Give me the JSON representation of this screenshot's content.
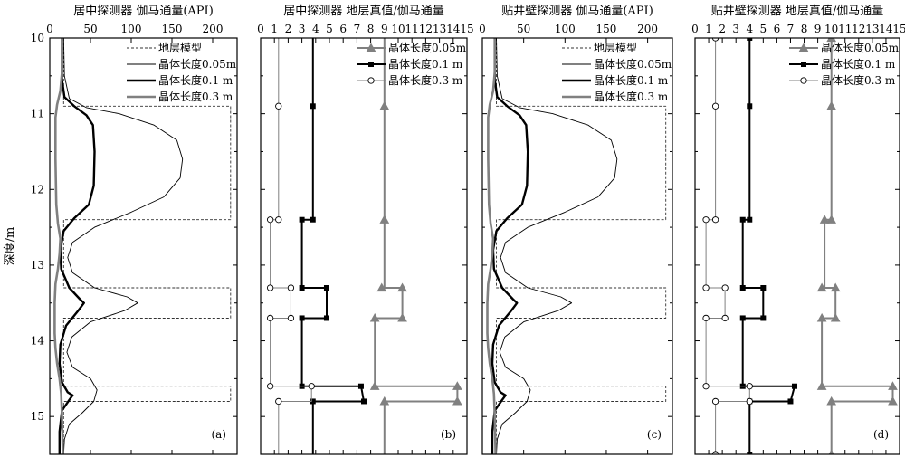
{
  "colors": {
    "black": "#000000",
    "gray": "#808080",
    "dark": "#333333"
  },
  "shared": {
    "ylabel": "深度/m",
    "yticks": [
      10,
      11,
      12,
      13,
      14,
      15
    ],
    "ylim": [
      10,
      15.5
    ]
  },
  "chart_data": [
    {
      "type": "line",
      "panel": "a",
      "label": "(a)",
      "title": "居中探测器  伽马通量(API)",
      "xlim": [
        0,
        230
      ],
      "xticks": [
        0,
        50,
        100,
        150,
        200
      ],
      "xlabels": [
        "0",
        "50",
        "100",
        "150",
        "200"
      ],
      "ylim": [
        10,
        15.5
      ],
      "legend_position": "top-right",
      "series": [
        {
          "name": "地层模型",
          "style": "model",
          "x": [
            17,
            17,
            222,
            222,
            17,
            17,
            222,
            222,
            17,
            17,
            222,
            222,
            17,
            17
          ],
          "y": [
            10,
            10.9,
            10.9,
            12.4,
            12.4,
            13.3,
            13.3,
            13.7,
            13.7,
            14.6,
            14.6,
            14.8,
            14.8,
            15.5
          ]
        },
        {
          "name": "晶体长度0.05m",
          "style": "thin",
          "x": [
            17,
            18,
            24,
            45,
            85,
            128,
            156,
            163,
            160,
            140,
            100,
            55,
            28,
            22,
            28,
            55,
            95,
            108,
            92,
            50,
            27,
            21,
            28,
            50,
            58,
            54,
            40,
            24,
            18,
            17
          ],
          "y": [
            10,
            10.5,
            10.8,
            10.92,
            11.0,
            11.15,
            11.35,
            11.6,
            11.85,
            12.1,
            12.3,
            12.5,
            12.7,
            12.9,
            13.1,
            13.3,
            13.42,
            13.5,
            13.6,
            13.75,
            13.95,
            14.15,
            14.35,
            14.5,
            14.65,
            14.8,
            14.95,
            15.1,
            15.3,
            15.5
          ]
        },
        {
          "name": "晶体长度0.1 m",
          "style": "thick",
          "x": [
            15,
            15,
            18,
            30,
            45,
            53,
            55,
            54,
            48,
            30,
            17,
            13,
            14,
            24,
            37,
            42,
            35,
            20,
            13,
            12,
            15,
            22,
            28,
            24,
            15,
            12,
            12
          ],
          "y": [
            10,
            10.55,
            10.78,
            10.9,
            11.02,
            11.15,
            11.5,
            11.95,
            12.2,
            12.38,
            12.55,
            12.8,
            13.05,
            13.3,
            13.45,
            13.5,
            13.6,
            13.8,
            14.05,
            14.3,
            14.55,
            14.68,
            14.72,
            14.78,
            14.92,
            15.2,
            15.5
          ]
        },
        {
          "name": "晶体长度0.3 m",
          "style": "gray",
          "x": [
            15,
            15,
            13,
            9,
            7,
            7,
            8,
            10,
            13,
            12,
            10,
            7,
            6,
            6,
            7,
            9,
            12,
            14,
            15,
            16
          ],
          "y": [
            10,
            10.45,
            10.7,
            10.88,
            11.05,
            11.6,
            12.2,
            12.45,
            12.65,
            12.85,
            13.05,
            13.25,
            13.5,
            13.9,
            14.1,
            14.3,
            14.5,
            14.7,
            15.0,
            15.5
          ]
        }
      ]
    },
    {
      "type": "line",
      "panel": "b",
      "label": "(b)",
      "title": "居中探测器  地层真值/伽马通量",
      "xlim": [
        0,
        15
      ],
      "xticks": [
        0,
        1,
        2,
        3,
        4,
        5,
        6,
        7,
        8,
        9,
        10,
        11,
        12,
        13,
        14,
        15
      ],
      "xlabels": [
        "0",
        "1",
        "2",
        "3",
        "4",
        "5",
        "6",
        "7",
        "8",
        "9",
        "10",
        "11",
        "12",
        "13",
        "14",
        "15"
      ],
      "ylim": [
        10,
        15.5
      ],
      "legend_position": "top-right",
      "series": [
        {
          "name": "晶体长度0.05m",
          "style": "triangle",
          "x": [
            9,
            9,
            9,
            9,
            9,
            9,
            9,
            8.8,
            8.8,
            10.3,
            10.3,
            8.3,
            8.3,
            14.3,
            14.3,
            9,
            9
          ],
          "y": [
            10,
            10.9,
            10.9,
            12.4,
            12.4,
            13.3,
            13.3,
            13.3,
            13.3,
            13.3,
            13.7,
            13.7,
            14.6,
            14.6,
            14.8,
            14.8,
            15.5
          ],
          "markers": [
            [
              9,
              10.9
            ],
            [
              9,
              12.4
            ],
            [
              8.8,
              13.3
            ],
            [
              10.3,
              13.3
            ],
            [
              10.3,
              13.7
            ],
            [
              8.3,
              13.7
            ],
            [
              8.3,
              14.6
            ],
            [
              14.3,
              14.6
            ],
            [
              14.3,
              14.8
            ],
            [
              9,
              14.8
            ]
          ]
        },
        {
          "name": "晶体长度0.1 m",
          "style": "square",
          "x": [
            3.8,
            3.8,
            3.8,
            3.8,
            3,
            3,
            4.8,
            4.8,
            3,
            3,
            7.3,
            7.5,
            3.8,
            3.8
          ],
          "y": [
            10,
            10.9,
            10.9,
            12.4,
            12.4,
            13.3,
            13.3,
            13.7,
            13.7,
            14.6,
            14.6,
            14.8,
            14.8,
            15.5
          ],
          "markers": [
            [
              3.8,
              10.9
            ],
            [
              3.8,
              12.4
            ],
            [
              3,
              12.4
            ],
            [
              3,
              13.3
            ],
            [
              4.8,
              13.3
            ],
            [
              4.8,
              13.7
            ],
            [
              3,
              13.7
            ],
            [
              3,
              14.6
            ],
            [
              7.3,
              14.6
            ],
            [
              7.5,
              14.8
            ],
            [
              3.8,
              14.8
            ]
          ]
        },
        {
          "name": "晶体长度0.3 m",
          "style": "circle",
          "x": [
            1.3,
            1.3,
            1.3,
            0.7,
            0.7,
            2.2,
            2.2,
            0.7,
            0.7,
            3.7,
            3.7,
            1.3,
            1.3
          ],
          "y": [
            10,
            10.9,
            12.4,
            12.4,
            13.3,
            13.3,
            13.7,
            13.7,
            14.6,
            14.6,
            14.8,
            14.8,
            15.5
          ],
          "markers": [
            [
              1.3,
              10.9
            ],
            [
              1.3,
              12.4
            ],
            [
              0.7,
              12.4
            ],
            [
              0.7,
              13.3
            ],
            [
              2.2,
              13.3
            ],
            [
              2.2,
              13.7
            ],
            [
              0.7,
              13.7
            ],
            [
              0.7,
              14.6
            ],
            [
              3.7,
              14.6
            ],
            [
              1.3,
              14.8
            ]
          ]
        }
      ]
    },
    {
      "type": "line",
      "panel": "c",
      "label": "(c)",
      "title": "贴井壁探测器  伽马通量(API)",
      "xlim": [
        0,
        230
      ],
      "xticks": [
        0,
        50,
        100,
        150,
        200
      ],
      "xlabels": [
        "0",
        "50",
        "100",
        "150",
        "200"
      ],
      "ylim": [
        10,
        15.5
      ],
      "legend_position": "top-right",
      "series": [
        {
          "name": "地层模型",
          "style": "model",
          "x": [
            17,
            17,
            222,
            222,
            17,
            17,
            222,
            222,
            17,
            17,
            222,
            222,
            17,
            17
          ],
          "y": [
            10,
            10.9,
            10.9,
            12.4,
            12.4,
            13.3,
            13.3,
            13.7,
            13.7,
            14.6,
            14.6,
            14.8,
            14.8,
            15.5
          ]
        },
        {
          "name": "晶体长度0.05m",
          "style": "thin",
          "x": [
            17,
            18,
            24,
            45,
            85,
            128,
            156,
            163,
            160,
            140,
            100,
            55,
            28,
            22,
            28,
            55,
            95,
            108,
            92,
            50,
            27,
            21,
            28,
            50,
            58,
            54,
            40,
            24,
            18,
            17
          ],
          "y": [
            10,
            10.5,
            10.8,
            10.92,
            11.0,
            11.15,
            11.35,
            11.6,
            11.85,
            12.1,
            12.3,
            12.5,
            12.7,
            12.9,
            13.1,
            13.3,
            13.42,
            13.5,
            13.6,
            13.75,
            13.95,
            14.15,
            14.35,
            14.5,
            14.65,
            14.8,
            14.95,
            15.1,
            15.3,
            15.5
          ]
        },
        {
          "name": "晶体长度0.1 m",
          "style": "thick",
          "x": [
            15,
            15,
            18,
            30,
            45,
            53,
            55,
            54,
            48,
            30,
            17,
            13,
            14,
            24,
            37,
            42,
            35,
            20,
            13,
            12,
            15,
            22,
            28,
            24,
            15,
            12,
            12
          ],
          "y": [
            10,
            10.55,
            10.78,
            10.9,
            11.02,
            11.15,
            11.5,
            11.95,
            12.2,
            12.38,
            12.55,
            12.8,
            13.05,
            13.3,
            13.45,
            13.5,
            13.6,
            13.8,
            14.05,
            14.3,
            14.55,
            14.68,
            14.72,
            14.78,
            14.92,
            15.2,
            15.5
          ]
        },
        {
          "name": "晶体长度0.3 m",
          "style": "gray",
          "x": [
            15,
            15,
            13,
            9,
            7,
            7,
            8,
            10,
            13,
            12,
            10,
            7,
            6,
            6,
            7,
            9,
            12,
            14,
            15,
            16
          ],
          "y": [
            10,
            10.45,
            10.7,
            10.88,
            11.05,
            11.6,
            12.2,
            12.45,
            12.65,
            12.85,
            13.05,
            13.25,
            13.5,
            13.9,
            14.1,
            14.3,
            14.5,
            14.7,
            15.0,
            15.5
          ]
        }
      ]
    },
    {
      "type": "line",
      "panel": "d",
      "label": "(d)",
      "title": "贴井壁探测器  地层真值/伽马通量",
      "xlim": [
        0,
        15
      ],
      "xticks": [
        0,
        1,
        2,
        3,
        4,
        5,
        6,
        7,
        8,
        9,
        10,
        11,
        12,
        13,
        14,
        15
      ],
      "xlabels": [
        "0",
        "1",
        "2",
        "3",
        "4",
        "5",
        "6",
        "7",
        "8",
        "9",
        "10",
        "11",
        "12",
        "13",
        "14",
        "15"
      ],
      "ylim": [
        10,
        15.5
      ],
      "legend_position": "top-right",
      "series": [
        {
          "name": "晶体长度0.05m",
          "style": "triangle",
          "x": [
            10,
            10,
            10,
            9.5,
            9.5,
            9.3,
            9.3,
            10.3,
            10.3,
            9.3,
            9.3,
            14.5,
            14.5,
            10,
            10
          ],
          "y": [
            10,
            10.9,
            12.4,
            12.4,
            13.3,
            13.3,
            13.3,
            13.3,
            13.7,
            13.7,
            14.6,
            14.6,
            14.8,
            14.8,
            15.5
          ],
          "markers": [
            [
              10,
              10
            ],
            [
              10,
              10.9
            ],
            [
              10,
              12.4
            ],
            [
              9.5,
              12.4
            ],
            [
              9.3,
              13.3
            ],
            [
              10.3,
              13.3
            ],
            [
              10.3,
              13.7
            ],
            [
              9.3,
              13.7
            ],
            [
              9.3,
              14.6
            ],
            [
              14.5,
              14.6
            ],
            [
              14.5,
              14.8
            ],
            [
              10,
              14.8
            ],
            [
              10,
              15.5
            ]
          ]
        },
        {
          "name": "晶体长度0.1 m",
          "style": "square",
          "x": [
            4,
            4,
            4,
            3.5,
            3.5,
            5,
            5,
            3.5,
            3.5,
            7.3,
            7,
            4,
            4
          ],
          "y": [
            10,
            10.9,
            12.4,
            12.4,
            13.3,
            13.3,
            13.7,
            13.7,
            14.6,
            14.6,
            14.8,
            14.8,
            15.5
          ],
          "markers": [
            [
              4,
              10
            ],
            [
              4,
              10.9
            ],
            [
              4,
              12.4
            ],
            [
              3.5,
              12.4
            ],
            [
              3.5,
              13.3
            ],
            [
              5,
              13.3
            ],
            [
              5,
              13.7
            ],
            [
              3.5,
              13.7
            ],
            [
              3.5,
              14.6
            ],
            [
              7.3,
              14.6
            ],
            [
              7,
              14.8
            ],
            [
              4,
              14.8
            ],
            [
              4,
              15.5
            ]
          ]
        },
        {
          "name": "晶体长度0.3 m",
          "style": "circle",
          "x": [
            1.5,
            1.5,
            1.5,
            0.8,
            0.8,
            2.2,
            2.2,
            0.8,
            0.8,
            4,
            4,
            1.5,
            1.5
          ],
          "y": [
            10,
            10.9,
            12.4,
            12.4,
            13.3,
            13.3,
            13.7,
            13.7,
            14.6,
            14.6,
            14.8,
            14.8,
            15.5
          ],
          "markers": [
            [
              1.5,
              10
            ],
            [
              1.5,
              10.9
            ],
            [
              1.5,
              12.4
            ],
            [
              0.8,
              12.4
            ],
            [
              0.8,
              13.3
            ],
            [
              2.2,
              13.3
            ],
            [
              2.2,
              13.7
            ],
            [
              0.8,
              13.7
            ],
            [
              0.8,
              14.6
            ],
            [
              4,
              14.6
            ],
            [
              4,
              14.8
            ],
            [
              1.5,
              14.8
            ],
            [
              1.5,
              15.5
            ]
          ]
        }
      ]
    }
  ]
}
